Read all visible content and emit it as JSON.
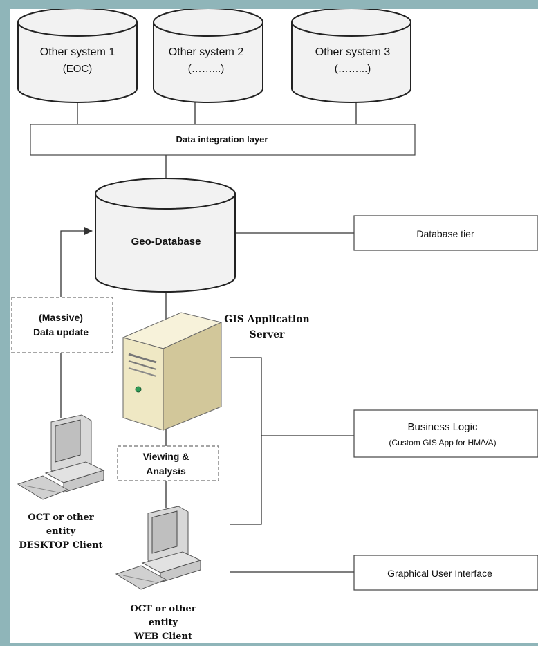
{
  "diagram": {
    "systems": [
      {
        "line1": "Other system 1",
        "line2": "(EOC)"
      },
      {
        "line1": "Other system 2",
        "line2": "(……...)"
      },
      {
        "line1": "Other system 3",
        "line2": "(……...)"
      }
    ],
    "integration_layer": "Data integration layer",
    "geo_database": "Geo-Database",
    "gis_server": {
      "line1": "GIS Application",
      "line2": "Server"
    },
    "data_update": {
      "line1": "(Massive)",
      "line2": "Data update"
    },
    "viewing": {
      "line1": "Viewing &",
      "line2": "Analysis"
    },
    "desktop_client": {
      "line1": "OCT or other",
      "line2": "entity",
      "line3": "DESKTOP Client"
    },
    "web_client": {
      "line1": "OCT or other",
      "line2": "entity",
      "line3": "WEB Client"
    },
    "tiers": {
      "database": "Database tier",
      "business": "Business Logic",
      "business_sub": "(Custom GIS App for HM/VA)",
      "gui": "Graphical User Interface"
    }
  },
  "colors": {
    "background": "#8fb5b9",
    "canvas": "#ffffff",
    "cylinder_fill": "#f2f2f2",
    "server_fill": "#efe8c4"
  }
}
